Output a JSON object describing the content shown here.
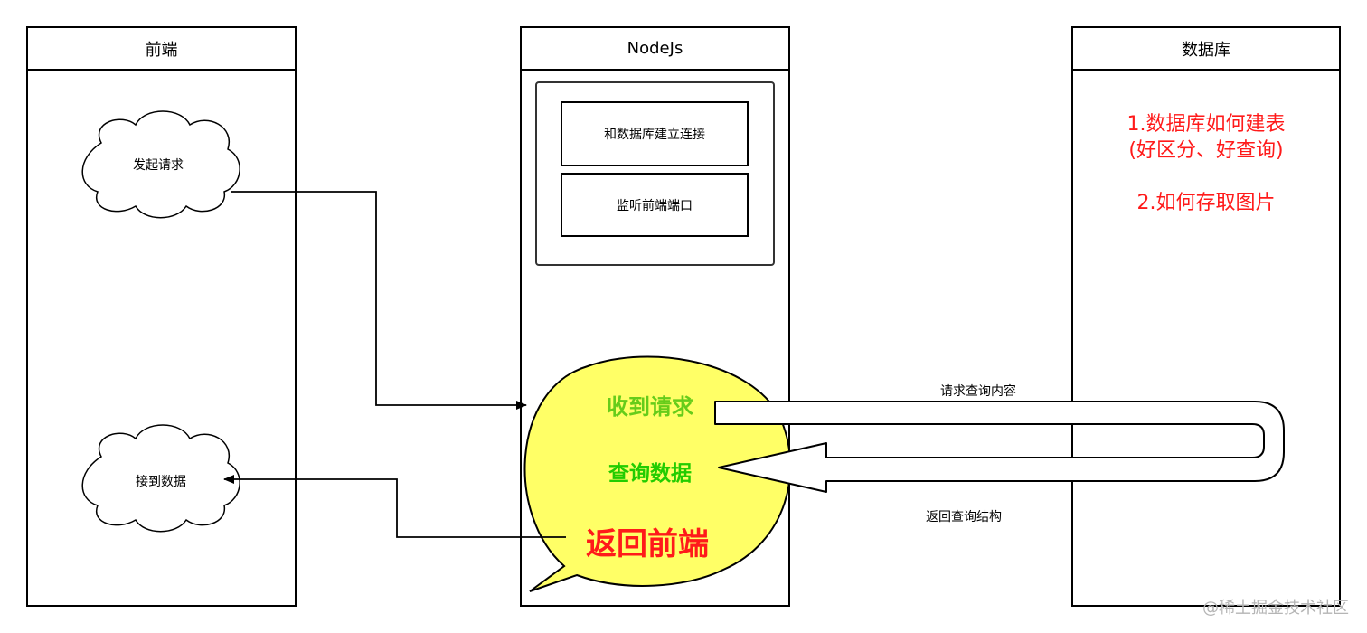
{
  "lanes": {
    "frontend": {
      "title": "前端"
    },
    "nodejs": {
      "title": "NodeJs"
    },
    "database": {
      "title": "数据库"
    }
  },
  "frontend": {
    "send_request": "发起请求",
    "receive_data": "接到数据"
  },
  "nodejs": {
    "connect_db": "和数据库建立连接",
    "listen_port": "监听前端端口",
    "bubble": {
      "receive_request": "收到请求",
      "query_data": "查询数据",
      "return_frontend": "返回前端"
    }
  },
  "database": {
    "note_line1": "1.数据库如何建表",
    "note_line2": "(好区分、好查询)",
    "note_line3": "2.如何存取图片"
  },
  "flows": {
    "query_content": "请求查询内容",
    "return_result": "返回查询结构"
  },
  "colors": {
    "bubble_fill": "#ffff66",
    "green": "#66cc1a",
    "bright_green": "#22cc00",
    "red": "#ff1a1a",
    "watermark": "#b5b5b5"
  },
  "watermark": "@稀土掘金技术社区"
}
